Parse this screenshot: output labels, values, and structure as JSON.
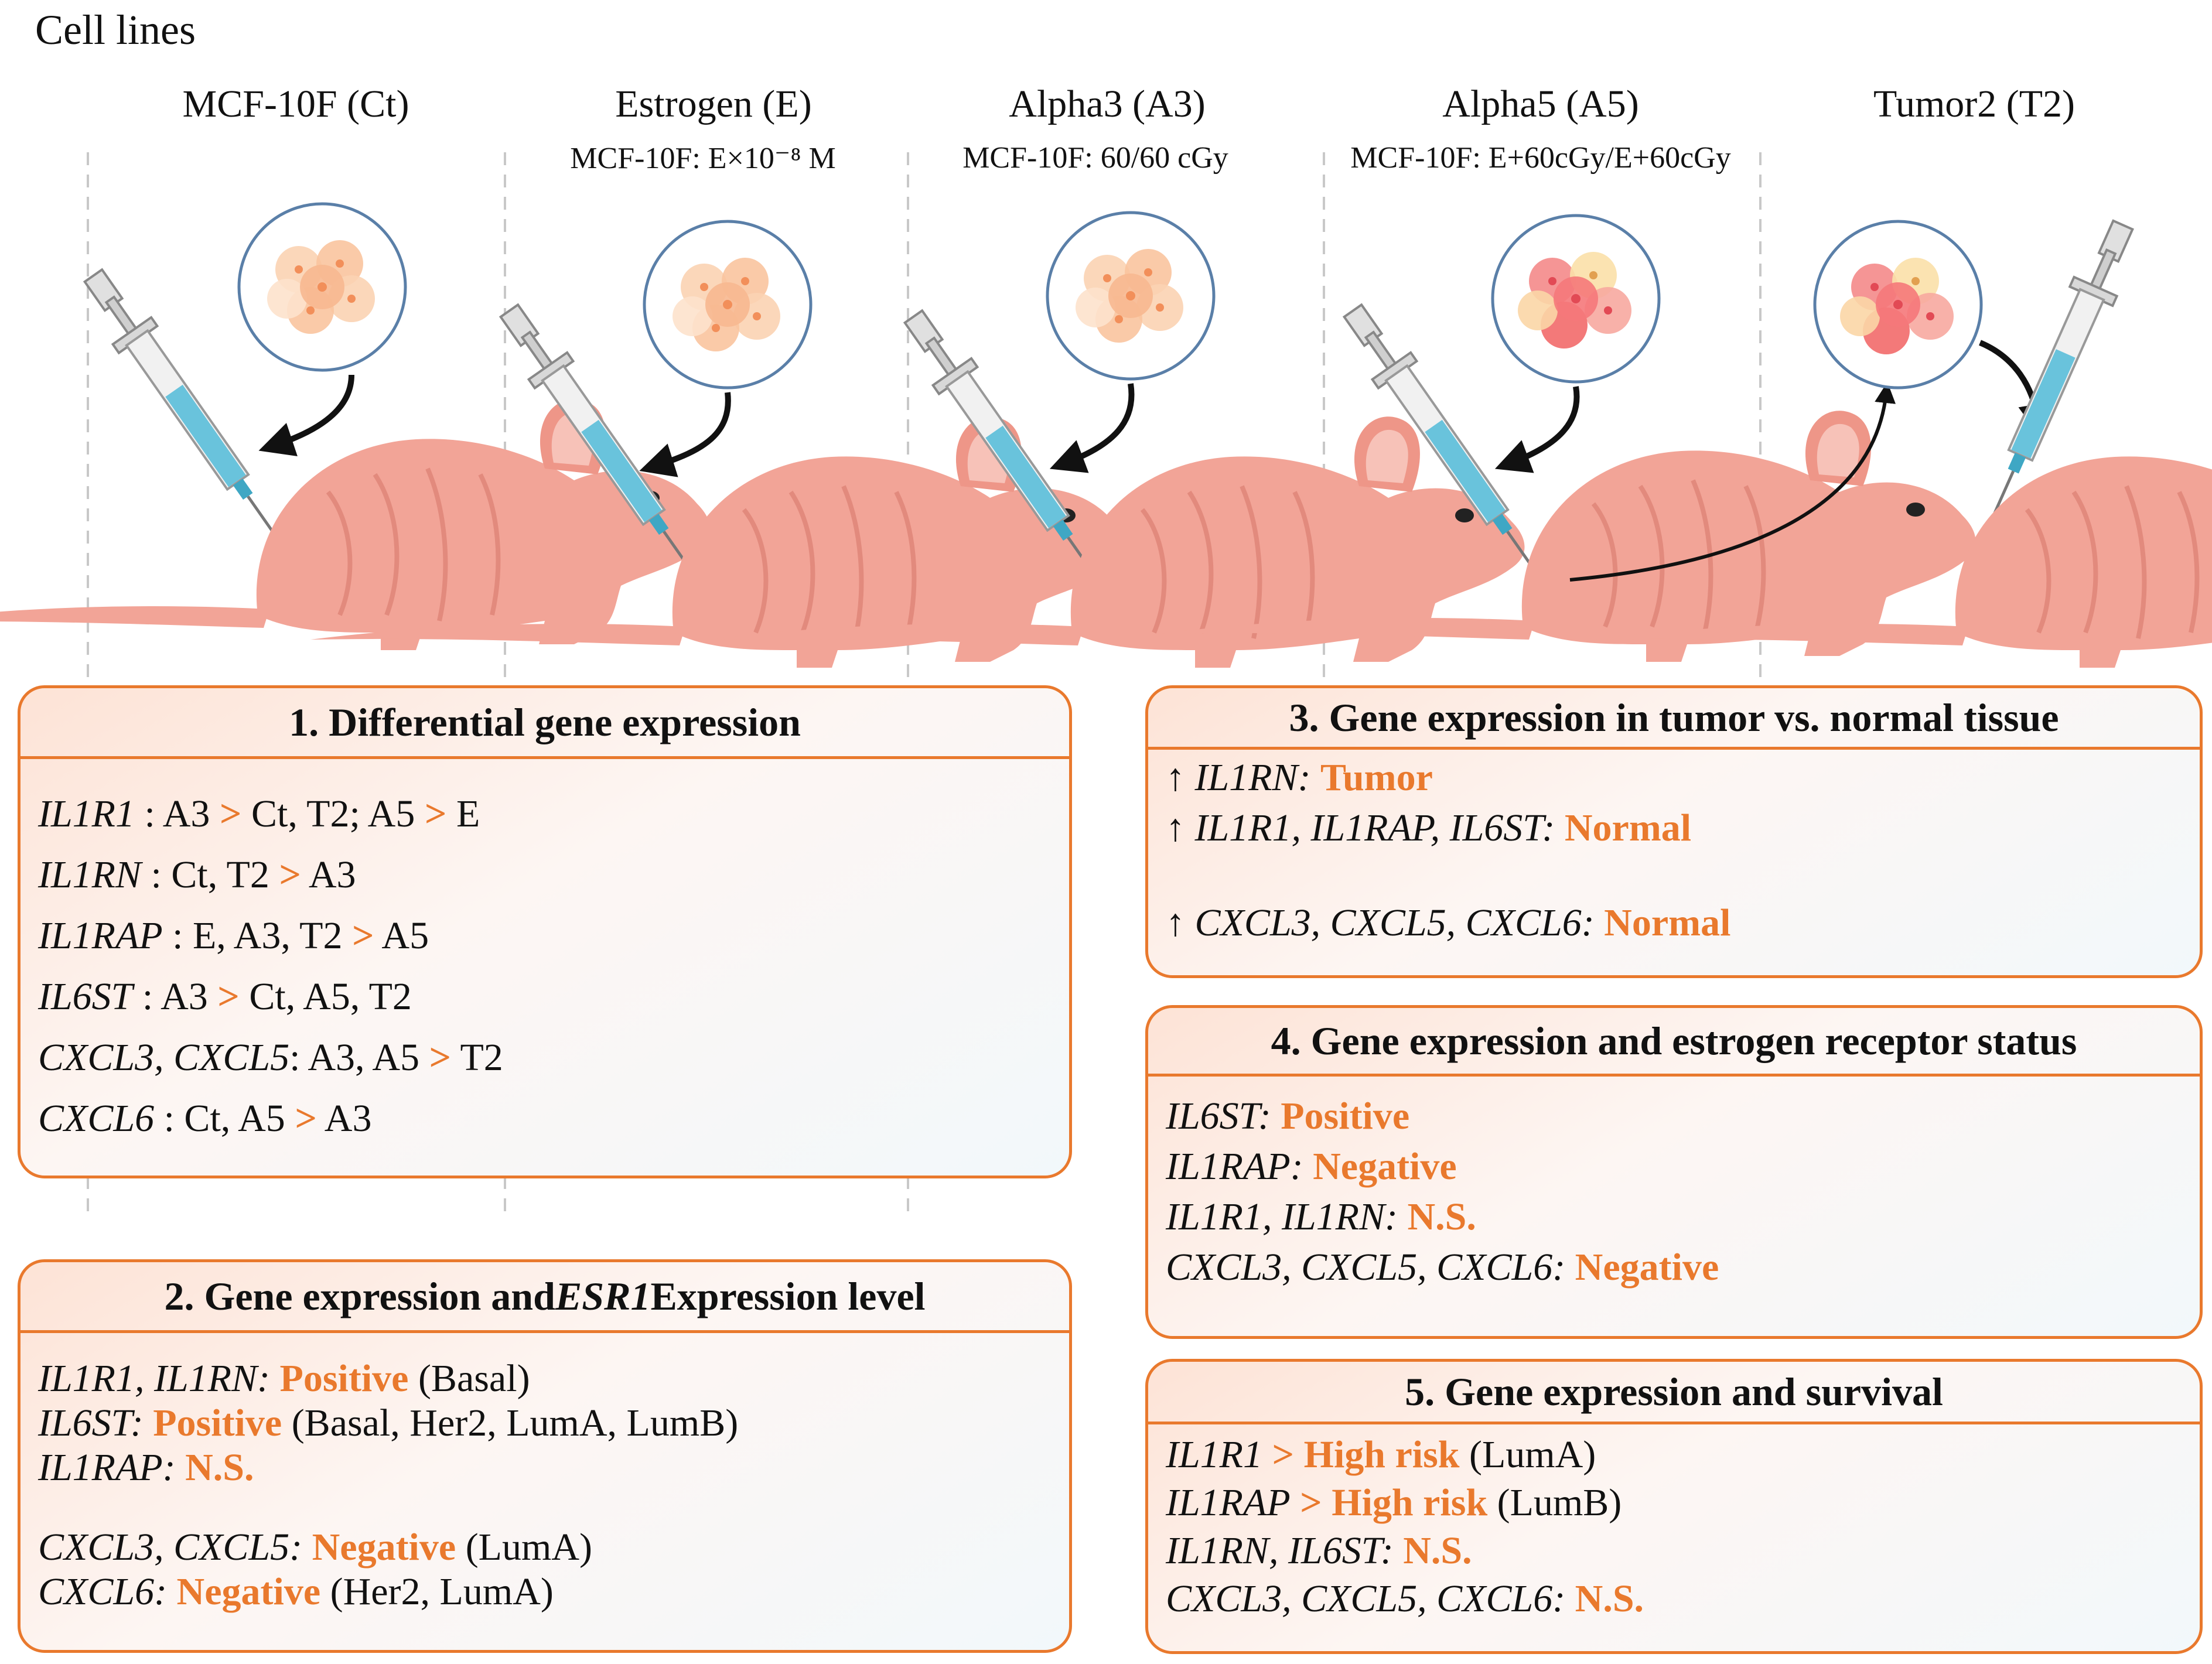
{
  "header": {
    "title": "Cell lines"
  },
  "columns": [
    {
      "title": "MCF-10F (Ct)",
      "subtitle": ""
    },
    {
      "title": "Estrogen (E)",
      "subtitle": "MCF-10F: E×10⁻⁸ M"
    },
    {
      "title": "Alpha3 (A3)",
      "subtitle": "MCF-10F: 60/60 cGy"
    },
    {
      "title": "Alpha5 (A5)",
      "subtitle": "MCF-10F: E+60cGy/E+60cGy"
    },
    {
      "title": "Tumor2 (T2)",
      "subtitle": ""
    }
  ],
  "box1": {
    "title": "1. Differential gene expression",
    "rows": [
      {
        "gene": "IL1R1",
        "sep": " : ",
        "parts": [
          "A3 ",
          ">",
          " Ct, T2; A5 ",
          ">",
          " E"
        ]
      },
      {
        "gene": "IL1RN",
        "sep": " : ",
        "parts": [
          "Ct, T2 ",
          ">",
          " A3"
        ]
      },
      {
        "gene": "IL1RAP",
        "sep": " : ",
        "parts": [
          "E, A3, T2 ",
          ">",
          " A5"
        ]
      },
      {
        "gene": "IL6ST",
        "sep": " : ",
        "parts": [
          "A3 ",
          ">",
          " Ct, A5, T2"
        ]
      },
      {
        "gene": "CXCL3, CXCL5",
        "sep": ": ",
        "parts": [
          "A3, A5 ",
          ">",
          " T2"
        ]
      },
      {
        "gene": "CXCL6",
        "sep": " : ",
        "parts": [
          "Ct, A5 ",
          ">",
          " A3"
        ]
      }
    ]
  },
  "box2": {
    "title_a": "2. Gene expression and ",
    "title_gene": "ESR1",
    "title_b": " Expression level",
    "rows": [
      {
        "gene": "IL1R1, IL1RN:",
        "result": "Positive",
        "note": " (Basal)"
      },
      {
        "gene": "IL6ST:",
        "result": "Positive",
        "note": " (Basal, Her2, LumA, LumB)"
      },
      {
        "gene": "IL1RAP:",
        "result": "N.S.",
        "note": ""
      },
      {
        "gene": "CXCL3, CXCL5:",
        "result": "Negative",
        "note": " (LumA)"
      },
      {
        "gene": "CXCL6:",
        "result": "Negative",
        "note": " (Her2, LumA)"
      }
    ]
  },
  "box3": {
    "title": "3. Gene expression in tumor vs. normal tissue",
    "arrow": "↑",
    "rows": [
      {
        "gene": "IL1RN:",
        "result": "Tumor"
      },
      {
        "gene": "IL1R1, IL1RAP, IL6ST:",
        "result": "Normal"
      },
      {
        "gene": "CXCL3, CXCL5, CXCL6:",
        "result": "Normal"
      }
    ]
  },
  "box4": {
    "title": "4. Gene expression and estrogen receptor status",
    "rows": [
      {
        "gene": "IL6ST:",
        "result": "Positive"
      },
      {
        "gene": "IL1RAP:",
        "result": "Negative"
      },
      {
        "gene": "IL1R1, IL1RN:",
        "result": "N.S."
      },
      {
        "gene": "CXCL3, CXCL5, CXCL6:",
        "result": "Negative"
      }
    ]
  },
  "box5": {
    "title": "5. Gene expression and survival",
    "rows": [
      {
        "gene": "IL1R1",
        "result": "> High risk",
        "note": " (LumA)"
      },
      {
        "gene": "IL1RAP",
        "result": "> High risk",
        "note": " (LumB)"
      },
      {
        "gene": "IL1RN, IL6ST:",
        "result": "N.S.",
        "note": ""
      },
      {
        "gene": "CXCL3, CXCL5, CXCL6:",
        "result": "N.S.",
        "note": ""
      }
    ]
  },
  "colors": {
    "accent": "#e9792d",
    "mouse": "#f2a497",
    "circle": "#5a7fa8",
    "syringe": "#69c3dc"
  }
}
